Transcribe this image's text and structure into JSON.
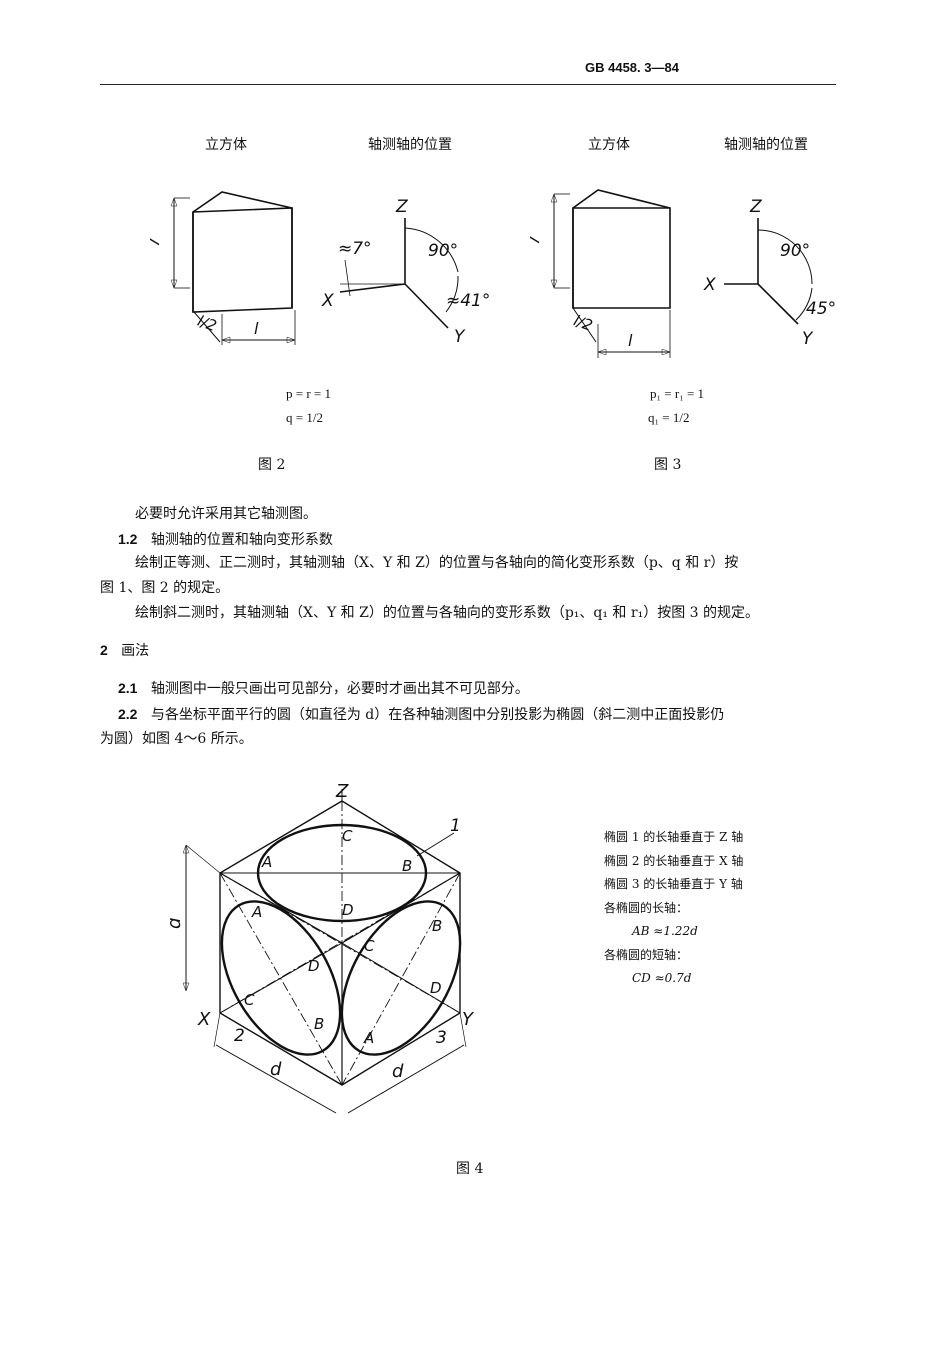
{
  "header": {
    "standard": "GB 4458. 3—84"
  },
  "fig2": {
    "cube_label": "立方体",
    "axis_label": "轴测轴的位置",
    "edge_l": "l",
    "edge_half": "l/2",
    "axis_z": "Z",
    "axis_x": "X",
    "axis_y": "Y",
    "angle_a": "≈7°",
    "angle_b": "90°",
    "angle_c": "≈41°",
    "formula_1": "p = r = 1",
    "formula_2": "q = 1/2",
    "caption": "图 2"
  },
  "fig3": {
    "cube_label": "立方体",
    "axis_label": "轴测轴的位置",
    "edge_l": "l",
    "edge_half": "l/2",
    "axis_z": "Z",
    "axis_x": "X",
    "axis_y": "Y",
    "angle_a": "90°",
    "angle_b": "45°",
    "formula_1": "p₁ = r₁ = 1",
    "formula_2": "q₁ = 1/2",
    "caption": "图 3"
  },
  "body": {
    "p1": "必要时允许采用其它轴测图。",
    "s12_num": "1.2",
    "s12_title": "轴测轴的位置和轴向变形系数",
    "p2_line1": "绘制正等测、正二测时，其轴测轴（X、Y 和 Z）的位置与各轴向的简化变形系数（p、q 和 r）按",
    "p2_line2": "图 1、图 2 的规定。",
    "p3": "绘制斜二测时，其轴测轴（X、Y 和 Z）的位置与各轴向的变形系数（p₁、q₁ 和 r₁）按图 3 的规定。",
    "s2_num": "2",
    "s2_title": "画法",
    "s21_num": "2.1",
    "s21_text": "轴测图中一般只画出可见部分，必要时才画出其不可见部分。",
    "s22_num": "2.2",
    "s22_line1": "与各坐标平面平行的圆（如直径为 d）在各种轴测图中分别投影为椭圆（斜二测中正面投影仍",
    "s22_line2": "为圆）如图 4～6 所示。"
  },
  "fig4": {
    "axis_z": "Z",
    "axis_x": "X",
    "axis_y": "Y",
    "dim_d_left": "d",
    "dim_d_bottom_left": "d",
    "dim_d_bottom_right": "d",
    "ellipse_1": "1",
    "ellipse_2": "2",
    "ellipse_3": "3",
    "pt_a": "A",
    "pt_b": "B",
    "pt_c": "C",
    "pt_d": "D",
    "notes": [
      "椭圆 1 的长轴垂直于 Z 轴",
      "椭圆 2 的长轴垂直于 X 轴",
      "椭圆 3 的长轴垂直于 Y 轴",
      "各椭圆的长轴：",
      "AB ≈1.22d",
      "各椭圆的短轴：",
      "CD ≈0.7d"
    ],
    "caption": "图 4"
  }
}
